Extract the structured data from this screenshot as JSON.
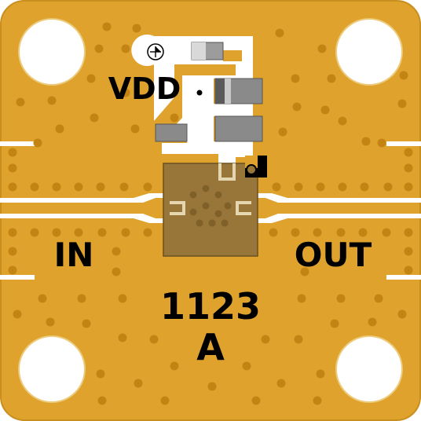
{
  "board": {
    "labels": {
      "vdd": "VDD",
      "input": "IN",
      "output": "OUT",
      "part_number": "1123",
      "revision": "A"
    },
    "colors": {
      "substrate": "#dfa22c",
      "substrate_edge": "#c98f1e",
      "copper_trace": "#ffffff",
      "via": "#c48414",
      "chip_die": "#98763a",
      "silkscreen": "#000000",
      "capacitor_body": "#8a8a8a"
    }
  }
}
